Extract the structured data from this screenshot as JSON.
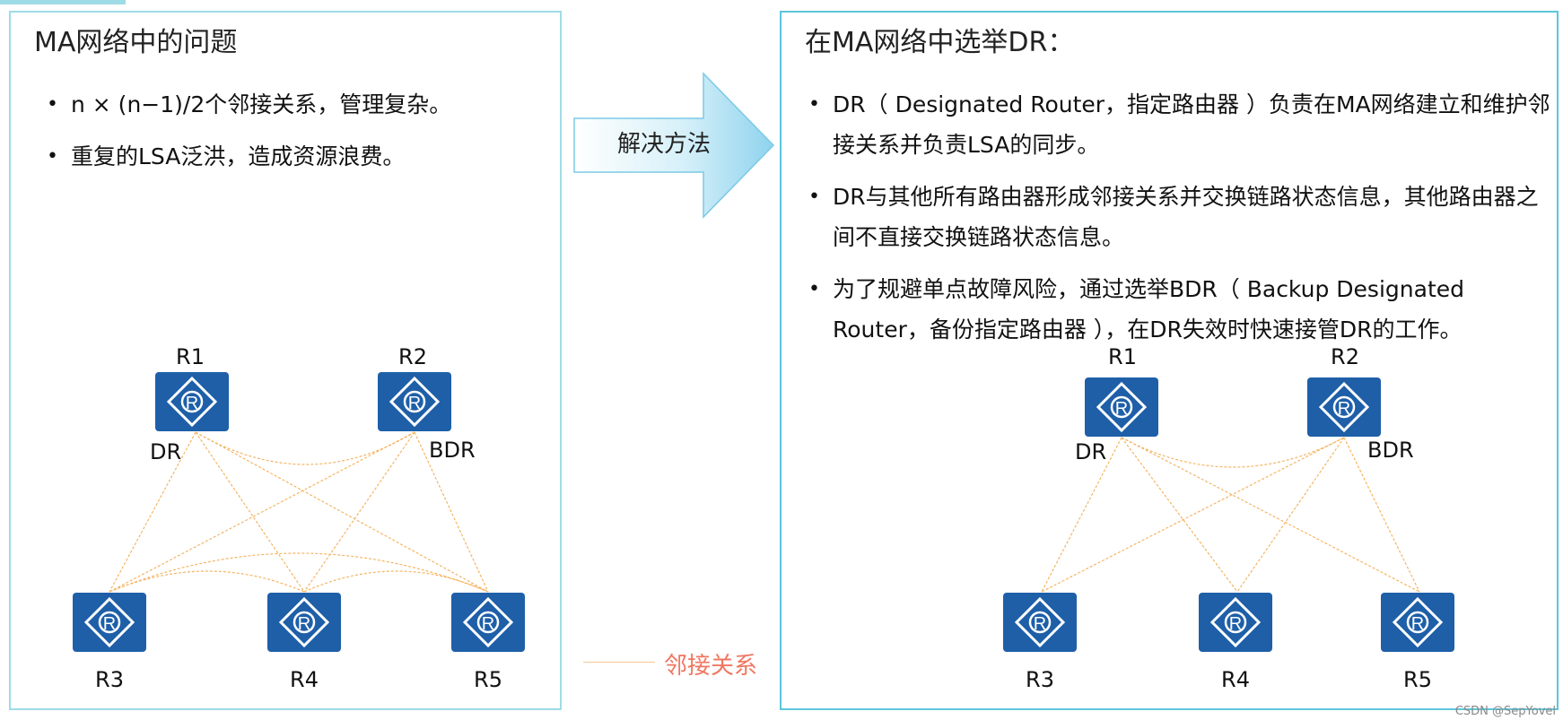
{
  "left_panel": {
    "title": "MA网络中的问题",
    "bullets": [
      "n × (n−1)/2个邻接关系，管理复杂。",
      "重复的LSA泛洪，造成资源浪费。"
    ],
    "routers": [
      "R1",
      "R2",
      "R3",
      "R4",
      "R5"
    ],
    "dr_label": "DR",
    "bdr_label": "BDR"
  },
  "arrow": {
    "label": "解决方法"
  },
  "right_panel": {
    "title": "在MA网络中选举DR：",
    "bullets": [
      "DR（ Designated Router，指定路由器 ）负责在MA网络建立和维护邻接关系并负责LSA的同步。",
      "DR与其他所有路由器形成邻接关系并交换链路状态信息，其他路由器之间不直接交换链路状态信息。",
      "为了规避单点故障风险，通过选举BDR（ Backup Designated Router，备份指定路由器 ），在DR失效时快速接管DR的工作。"
    ],
    "routers": [
      "R1",
      "R2",
      "R3",
      "R4",
      "R5"
    ],
    "dr_label": "DR",
    "bdr_label": "BDR"
  },
  "legend": {
    "label": "邻接关系"
  },
  "watermark": "CSDN @SepYovel",
  "colors": {
    "router_fill": "#1e5fa8",
    "link": "#f5b565",
    "panel_border_left": "#9fdbe6",
    "panel_border_right": "#5cc6dc",
    "legend_text": "#f07660"
  },
  "icons": {
    "router": "router-icon",
    "arrow": "right-arrow-icon"
  }
}
